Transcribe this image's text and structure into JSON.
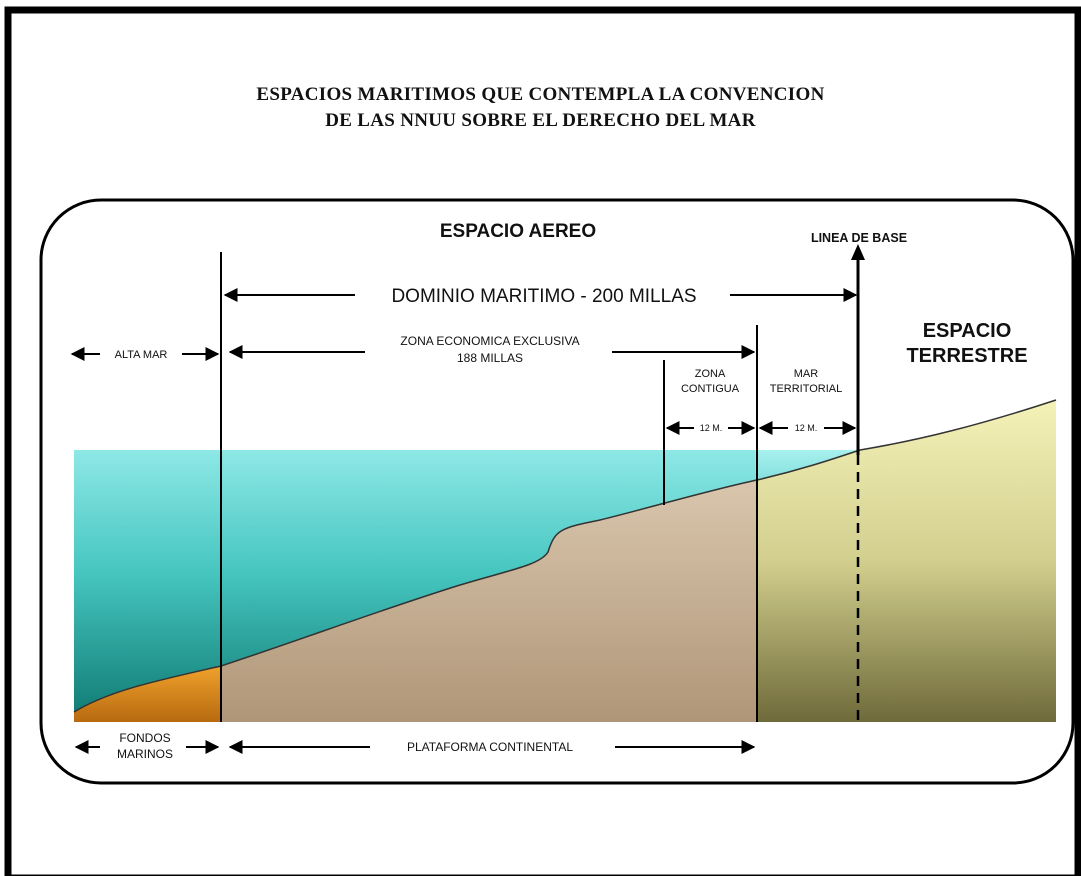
{
  "title": {
    "line1": "ESPACIOS  MARITIMOS QUE CONTEMPLA  LA CONVENCION",
    "line2": "DE  LAS  NNUU  SOBRE  EL DERECHO  DEL  MAR"
  },
  "labels": {
    "espacio_aereo": "ESPACIO  AEREO",
    "linea_base": "LINEA  DE  BASE",
    "dominio": "DOMINIO  MARITIMO - 200  MILLAS",
    "espacio_terrestre_1": "ESPACIO",
    "espacio_terrestre_2": "TERRESTRE",
    "alta_mar": "ALTA MAR",
    "zee_1": "ZONA  ECONOMICA  EXCLUSIVA",
    "zee_2": "188  MILLAS",
    "zona_contigua_1": "ZONA",
    "zona_contigua_2": "CONTIGUA",
    "mar_territorial_1": "MAR",
    "mar_territorial_2": "TERRITORIAL",
    "zona_contigua_width": "12 M.",
    "mar_territorial_width": "12 M.",
    "fondos_1": "FONDOS",
    "fondos_2": "MARINOS",
    "plataforma": "PLATAFORMA  CONTINENTAL"
  },
  "colors": {
    "sea_top": "#8ee8e6",
    "sea_deep": "#0f7a72",
    "seabed_brown": "#c4ad94",
    "deep_seabed": "#d98a1c",
    "land_top": "#f4f2b8",
    "land_bottom": "#6f6a3a",
    "line": "#000000"
  }
}
